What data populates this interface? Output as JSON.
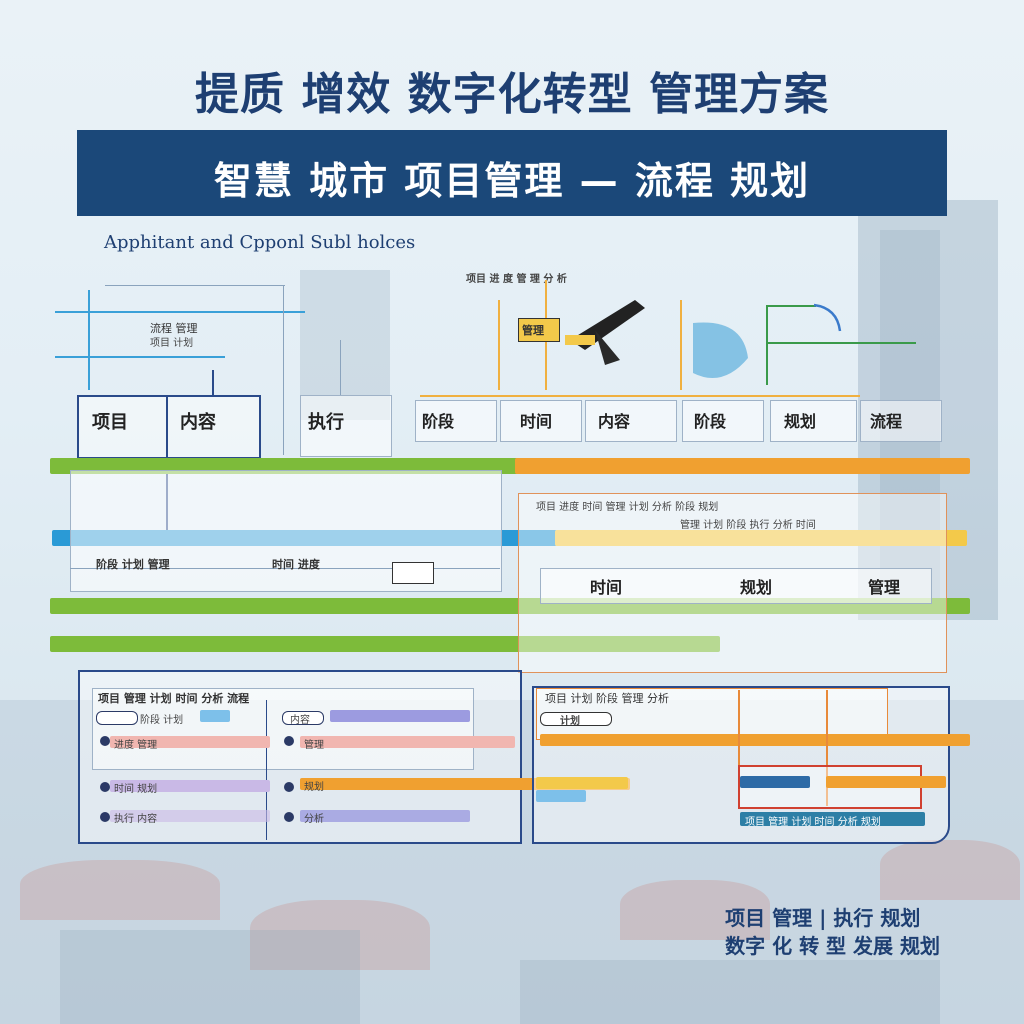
{
  "title": "提质 增效 数字化转型 管理方案",
  "banner": "智慧 城市 项目管理 — 流程 规划",
  "subtitle": "Apphitant and Cpponl Subl holces",
  "nodes": {
    "top_row": [
      "项目",
      "内容",
      "执行"
    ],
    "mid_row": [
      "阶段",
      "时间",
      "内容",
      "阶段",
      "规划",
      "流程"
    ],
    "yellow_header": "项目 进 度 管 理 分 析",
    "yellow_label": "管理",
    "left_note": "流程 管理",
    "left_note2": "项目 计划",
    "lower_left": "阶段 计划 管理",
    "lower_left2": "时间 进度",
    "lower_row_right": [
      "时间",
      "规划",
      "管理"
    ],
    "right_header": "项目 进度 时间 管理 计划 分析 阶段 规划",
    "right_header2": "管理 计划 阶段 执行 分析 时间",
    "bottom_left_header": "项目 管理 计划 时间 分析 流程",
    "bottom_left_items": [
      "阶段 计划",
      "进度 管理",
      "时间 规划",
      "执行 内容"
    ],
    "bottom_left_items2": [
      "内容",
      "管理",
      "规划",
      "分析"
    ],
    "bottom_right_header": "项目 计划 阶段 管理 分析",
    "bottom_right_tag": "计划",
    "bottom_right_foot": "项目 管理 计划 时间 分析 规划"
  },
  "footer": {
    "line1": "项目 管理 | 执行 规划",
    "line2": "数字 化 转 型 发展 规划"
  },
  "icons": [
    "pen-icon",
    "location-pin-icon",
    "arrow-icon"
  ],
  "colors": {
    "navy": "#1b4879",
    "green": "#7dbb3a",
    "blue": "#2a9ad6",
    "orange": "#f0a030",
    "yellow": "#f3c94a"
  }
}
